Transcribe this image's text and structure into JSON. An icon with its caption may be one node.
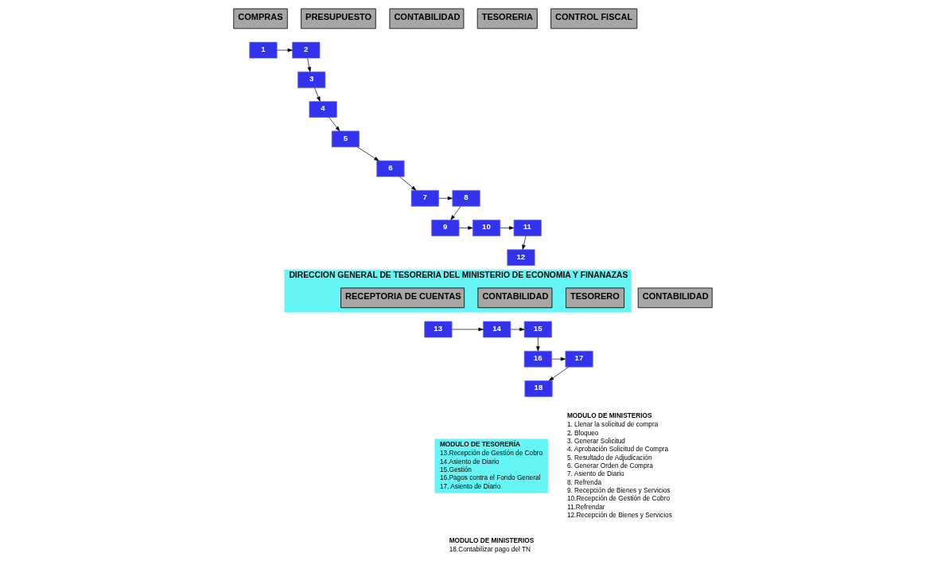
{
  "diagram": {
    "nodes": [
      {
        "text": [
          "COMPRAS"
        ]
      },
      {
        "text": [
          "PRESUPUESTO"
        ]
      },
      {
        "text": [
          "CONTABILIDAD"
        ]
      },
      {
        "text": [
          "TESORERIA"
        ]
      },
      {
        "text": [
          "CONTROL FISCAL"
        ]
      },
      {
        "text": [
          "1"
        ]
      },
      {
        "text": [
          "2"
        ]
      },
      {
        "text": [
          "3"
        ]
      },
      {
        "text": [
          "4"
        ]
      },
      {
        "text": [
          "5"
        ]
      },
      {
        "text": [
          "6"
        ]
      },
      {
        "text": [
          "7"
        ]
      },
      {
        "text": [
          "8"
        ]
      },
      {
        "text": [
          "9"
        ]
      },
      {
        "text": [
          "10"
        ]
      },
      {
        "text": [
          "11"
        ]
      },
      {
        "text": [
          "12"
        ]
      },
      {
        "text": [
          "DIRECCION GENERAL DE TESORERIA DEL MINISTERIO DE ECONOMIA Y FINANAZAS"
        ]
      },
      {
        "text": [
          "RECEPTORIA DE CUENTAS"
        ],
        "in": 17
      },
      {
        "text": [
          "CONTABILIDAD"
        ],
        "in": 17
      },
      {
        "text": [
          "TESORERO"
        ],
        "in": 17
      },
      {
        "text": [
          "CONTABILIDAD"
        ]
      },
      {
        "text": [
          "13"
        ]
      },
      {
        "text": [
          "14"
        ]
      },
      {
        "text": [
          "15"
        ]
      },
      {
        "text": [
          "16"
        ]
      },
      {
        "text": [
          "17"
        ]
      },
      {
        "text": [
          "18"
        ]
      },
      {
        "text": [
          "MODULO DE TESORERÍA",
          "13.Recepción de Gestión de Cobro",
          "14.Asiento de Diario",
          "15.Gestión",
          "16.Pagos contra el Fondo General",
          "17. Asiento de Diario"
        ]
      }
    ],
    "edges": [
      {
        "from": 5,
        "to": 6,
        "arrow": "to"
      },
      {
        "from": 6,
        "to": 7,
        "arrow": "to"
      },
      {
        "from": 7,
        "to": 8,
        "arrow": "to"
      },
      {
        "from": 8,
        "to": 9,
        "arrow": "to"
      },
      {
        "from": 9,
        "to": 10,
        "arrow": "to"
      },
      {
        "from": 10,
        "to": 11,
        "arrow": "to"
      },
      {
        "from": 11,
        "to": 12,
        "arrow": "to"
      },
      {
        "from": 12,
        "to": 13,
        "arrow": "to"
      },
      {
        "from": 13,
        "to": 14,
        "arrow": "to"
      },
      {
        "from": 14,
        "to": 15,
        "arrow": "to"
      },
      {
        "from": 15,
        "to": 16,
        "arrow": "to"
      },
      {
        "from": 22,
        "to": 23,
        "arrow": "to"
      },
      {
        "from": 23,
        "to": 24,
        "arrow": "to"
      },
      {
        "from": 24,
        "to": 25,
        "arrow": "to"
      },
      {
        "from": 25,
        "to": 26,
        "arrow": "to"
      },
      {
        "from": 26,
        "to": 27,
        "arrow": "to"
      }
    ],
    "labels": [
      "MODULO DE MINISTERIOS",
      "1. Llenar la solicitud de compra",
      "2. Bloqueo",
      "3. Generar Solicitud",
      "4. Aprobación Solicitud de Compra",
      "5. Resultado de Adjudicación",
      "6. Generar Orden de Compra",
      "7. Asiento de Diario",
      "8. Refrenda",
      "9. Recepción de Bienes y Servicios",
      "10.Recepción de Gestión de Cobro",
      "11.Refrendar",
      "12.Recepción de Bienes y Servicios",
      "MODULO DE MINISTERIOS",
      "18.Contabilizar pago del TN"
    ]
  }
}
